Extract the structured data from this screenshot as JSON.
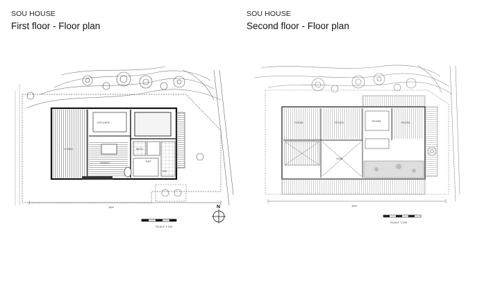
{
  "slides": {
    "left": {
      "project": "SOU HOUSE",
      "title": "First floor - Floor plan",
      "north_label": "N",
      "room_labels": [
        "KITCHEN",
        "LIVING",
        "DINING",
        "ENT",
        "BATH",
        "WC"
      ],
      "dimension_label": "15m",
      "scale_label": "SCALE 1:100"
    },
    "right": {
      "project": "SOU HOUSE",
      "title": "Second floor - Floor plan",
      "room_labels": [
        "ROOM",
        "STUDY",
        "ROOM",
        "ROOM",
        "VOID"
      ],
      "dimension_label": "15m",
      "scale_label": "SCALE 1:100"
    }
  }
}
